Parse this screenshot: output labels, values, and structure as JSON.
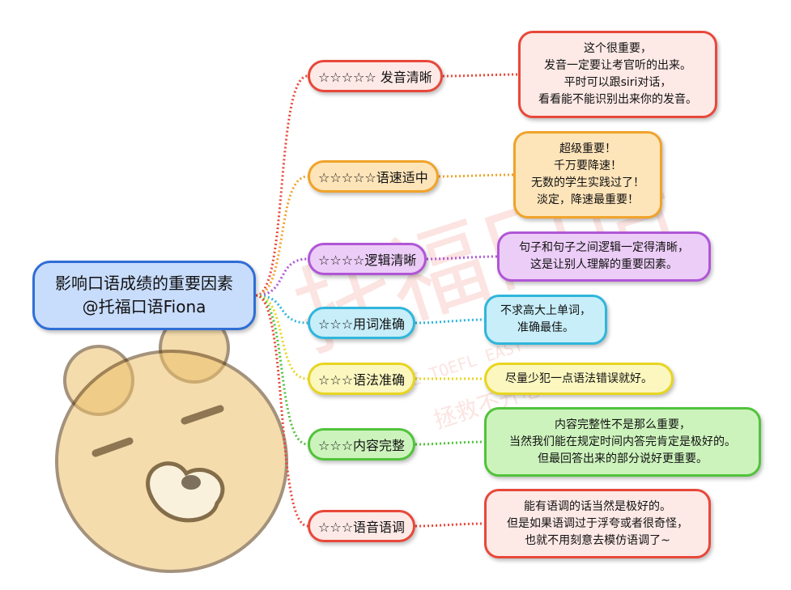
{
  "colors": {
    "red": {
      "border": "#e8483a",
      "fill": "#fde9e6"
    },
    "orange": {
      "border": "#f0a32a",
      "fill": "#fde4b9"
    },
    "purple": {
      "border": "#b056d6",
      "fill": "#eccdf7"
    },
    "cyan": {
      "border": "#2fb6dc",
      "fill": "#c7eef9"
    },
    "yellow": {
      "border": "#e8d520",
      "fill": "#fbf7bf"
    },
    "green": {
      "border": "#51c33b",
      "fill": "#cdf3bd"
    },
    "root": {
      "border": "#2f6ed6",
      "fill": "#c8dcfb"
    }
  },
  "root": {
    "line1": "影响口语成绩的重要因素",
    "line2": "@托福口语Fiona"
  },
  "branches": [
    {
      "label": "☆☆☆☆☆ 发音清晰",
      "color": "red",
      "note": [
        "这个很重要，",
        "发音一定要让考官听的出来。",
        "平时可以跟siri对话，",
        "看看能不能识别出来你的发音。"
      ]
    },
    {
      "label": "☆☆☆☆☆语速适中",
      "color": "orange",
      "note": [
        "超级重要！",
        "千万要降速！",
        "无数的学生实践过了！",
        "淡定，降速最重要！"
      ]
    },
    {
      "label": "☆☆☆☆逻辑清晰",
      "color": "purple",
      "note": [
        "句子和句子之间逻辑一定得清晰，",
        "这是让别人理解的重要因素。"
      ]
    },
    {
      "label": "☆☆☆用词准确",
      "color": "cyan",
      "note": [
        "不求高大上单词，",
        "准确最佳。"
      ]
    },
    {
      "label": "☆☆☆语法准确",
      "color": "yellow",
      "note": [
        "尽量少犯一点语法错误就好。"
      ]
    },
    {
      "label": "☆☆☆内容完整",
      "color": "green",
      "note": [
        "内容完整性不是那么重要，",
        "当然我们能在规定时间内答完肯定是极好的。",
        "但最回答出来的部分说好更重要。"
      ]
    },
    {
      "label": "☆☆☆语音语调",
      "color": "red",
      "note": [
        "能有语调的话当然是极好的。",
        "但是如果语调过于浮夸或者很奇怪，",
        "也就不用刻意去模仿语调了~"
      ]
    }
  ],
  "watermark": {
    "main": "托福口语",
    "sub1": "MAKE TOEFL EASY",
    "sub2": "拯救不开心"
  }
}
